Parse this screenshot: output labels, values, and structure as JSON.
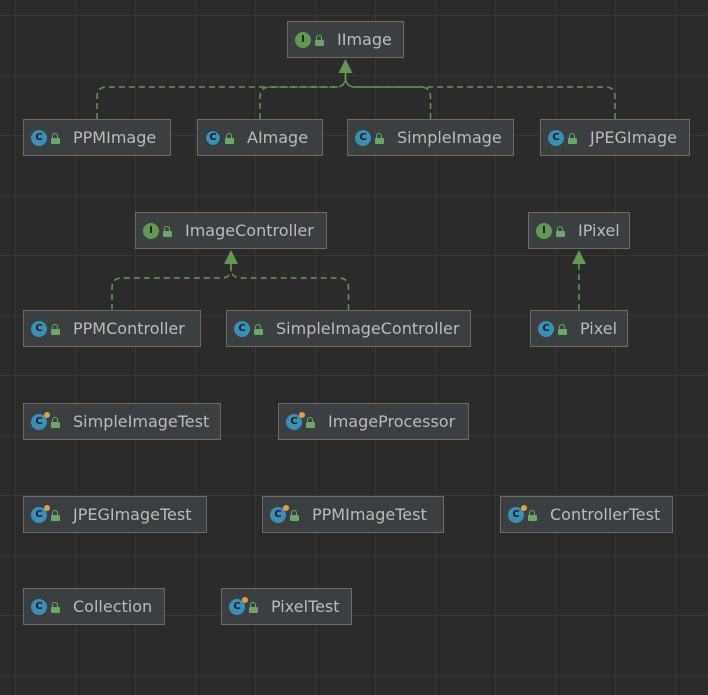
{
  "diagram": {
    "nodes": [
      {
        "id": "iimage",
        "name": "IImage",
        "kind": "interface",
        "badge": "I"
      },
      {
        "id": "ppmimage",
        "name": "PPMImage",
        "kind": "class",
        "badge": "C"
      },
      {
        "id": "aimage",
        "name": "AImage",
        "kind": "abstract",
        "badge": "C"
      },
      {
        "id": "simpleimage",
        "name": "SimpleImage",
        "kind": "class",
        "badge": "C"
      },
      {
        "id": "jpegimage",
        "name": "JPEGImage",
        "kind": "class",
        "badge": "C"
      },
      {
        "id": "imagecontroller",
        "name": "ImageController",
        "kind": "interface",
        "badge": "I"
      },
      {
        "id": "ipixel",
        "name": "IPixel",
        "kind": "interface",
        "badge": "I"
      },
      {
        "id": "ppmcontroller",
        "name": "PPMController",
        "kind": "class",
        "badge": "C"
      },
      {
        "id": "simpleimagecontroller",
        "name": "SimpleImageController",
        "kind": "class",
        "badge": "C"
      },
      {
        "id": "pixel",
        "name": "Pixel",
        "kind": "class",
        "badge": "C"
      },
      {
        "id": "simpleimagetest",
        "name": "SimpleImageTest",
        "kind": "test",
        "badge": "C"
      },
      {
        "id": "imageprocessor",
        "name": "ImageProcessor",
        "kind": "test",
        "badge": "C"
      },
      {
        "id": "jpegimagetest",
        "name": "JPEGImageTest",
        "kind": "test",
        "badge": "C"
      },
      {
        "id": "ppmimagetest",
        "name": "PPMImageTest",
        "kind": "test",
        "badge": "C"
      },
      {
        "id": "controllertest",
        "name": "ControllerTest",
        "kind": "test",
        "badge": "C"
      },
      {
        "id": "collection",
        "name": "Collection",
        "kind": "class",
        "badge": "C"
      },
      {
        "id": "pixeltest",
        "name": "PixelTest",
        "kind": "test",
        "badge": "C"
      }
    ],
    "edges": [
      {
        "from": "ppmimage",
        "to": "iimage",
        "type": "implements"
      },
      {
        "from": "aimage",
        "to": "iimage",
        "type": "implements"
      },
      {
        "from": "simpleimage",
        "to": "iimage",
        "type": "implements"
      },
      {
        "from": "jpegimage",
        "to": "iimage",
        "type": "implements"
      },
      {
        "from": "ppmcontroller",
        "to": "imagecontroller",
        "type": "implements"
      },
      {
        "from": "simpleimagecontroller",
        "to": "imagecontroller",
        "type": "implements"
      },
      {
        "from": "pixel",
        "to": "ipixel",
        "type": "implements"
      }
    ],
    "colors": {
      "edge": "#629755",
      "interface_badge": "#629755",
      "class_badge": "#3b8fb5",
      "node_bg": "#3c3f41",
      "background": "#2b2b2b"
    }
  }
}
